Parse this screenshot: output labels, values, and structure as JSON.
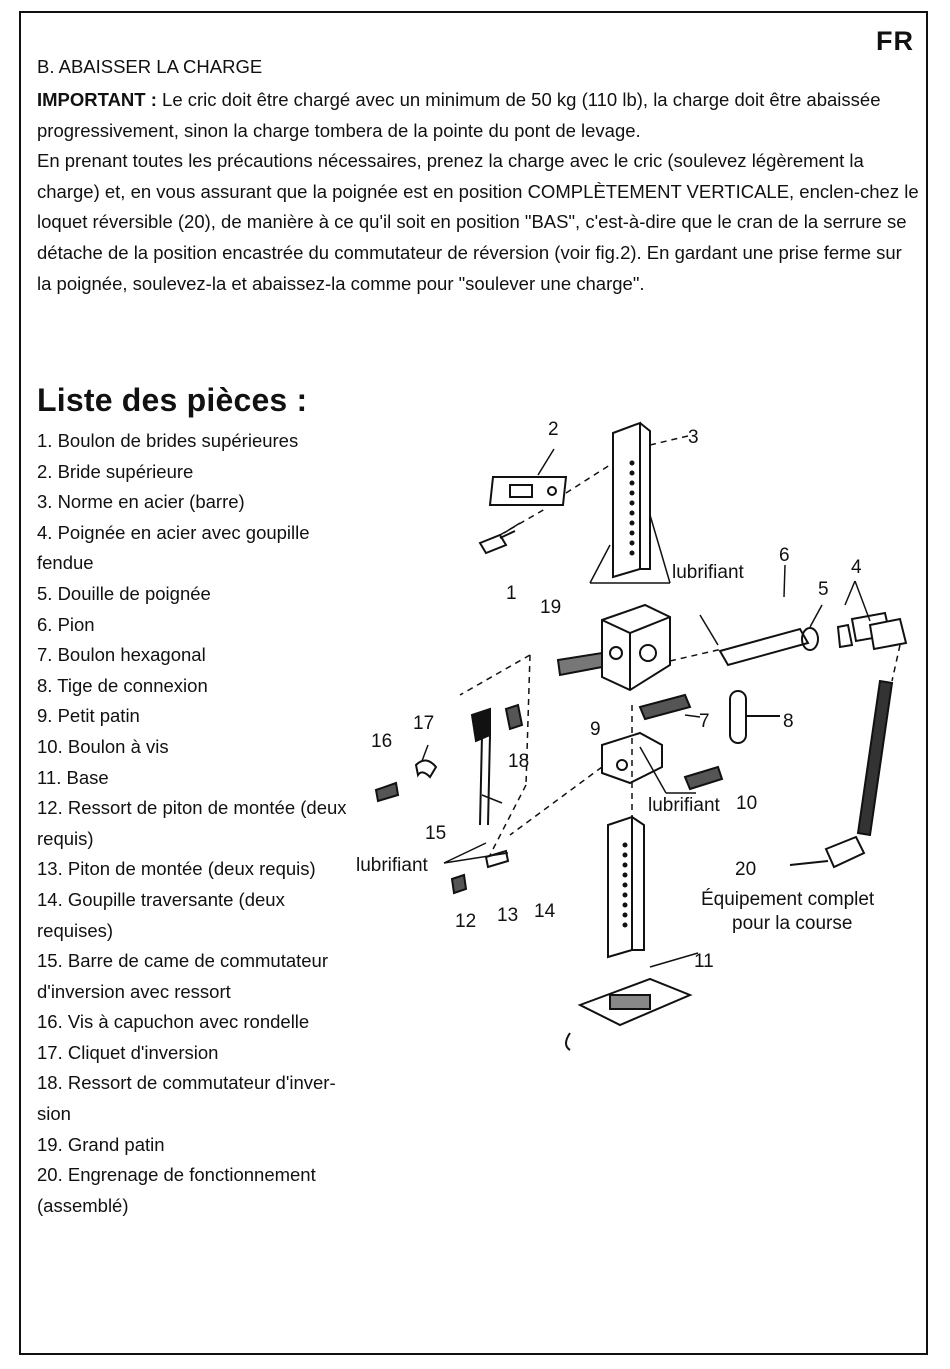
{
  "header": {
    "lang": "FR"
  },
  "section": {
    "title": "B. ABAISSER LA CHARGE",
    "important_label": "IMPORTANT :",
    "important_text": " Le cric doit être chargé avec un minimum de 50 kg (110 lb), la charge doit être abaissée progressivement, sinon la charge tombera de la pointe du pont de levage.",
    "paragraph": "En prenant toutes les précautions nécessaires, prenez la charge avec le cric (soulevez légèrement la charge) et, en vous assurant que la poignée est en position COMPLÈTEMENT VERTICALE, enclen-chez le loquet réversible (20), de manière à ce qu'il soit en position \"BAS\", c'est-à-dire que le cran de la serrure se détache de la position encastrée du commutateur de réversion (voir fig.2). En gardant une prise ferme sur la poignée, soulevez-la et abaissez-la comme pour \"soulever une charge\"."
  },
  "parts": {
    "heading": "Liste des pièces :",
    "items": [
      "1. Boulon de brides supérieures",
      "2. Bride supérieure",
      "3. Norme en acier (barre)",
      "4. Poignée en acier avec goupille fendue",
      "5. Douille de poignée",
      "6. Pion",
      "7. Boulon hexagonal",
      "8. Tige de connexion",
      "9. Petit patin",
      "10. Boulon à vis",
      "11. Base",
      "12. Ressort de piton de montée (deux requis)",
      "13. Piton de montée (deux requis)",
      "14. Goupille traversante (deux requises)",
      "15. Barre de came de commutateur d'inversion avec ressort",
      "16. Vis à capuchon avec rondelle",
      "17. Cliquet d'inversion",
      "18. Ressort de commutateur d'inver-sion",
      "19. Grand patin",
      "20. Engrenage de fonctionnement (assemblé)"
    ]
  },
  "diagram": {
    "callouts": [
      "1",
      "2",
      "3",
      "4",
      "5",
      "6",
      "7",
      "8",
      "9",
      "10",
      "11",
      "12",
      "13",
      "14",
      "15",
      "16",
      "17",
      "18",
      "19",
      "20"
    ],
    "lubricant_label": "lubrifiant",
    "caption_line1": "Équipement complet",
    "caption_line2": "pour la course"
  }
}
